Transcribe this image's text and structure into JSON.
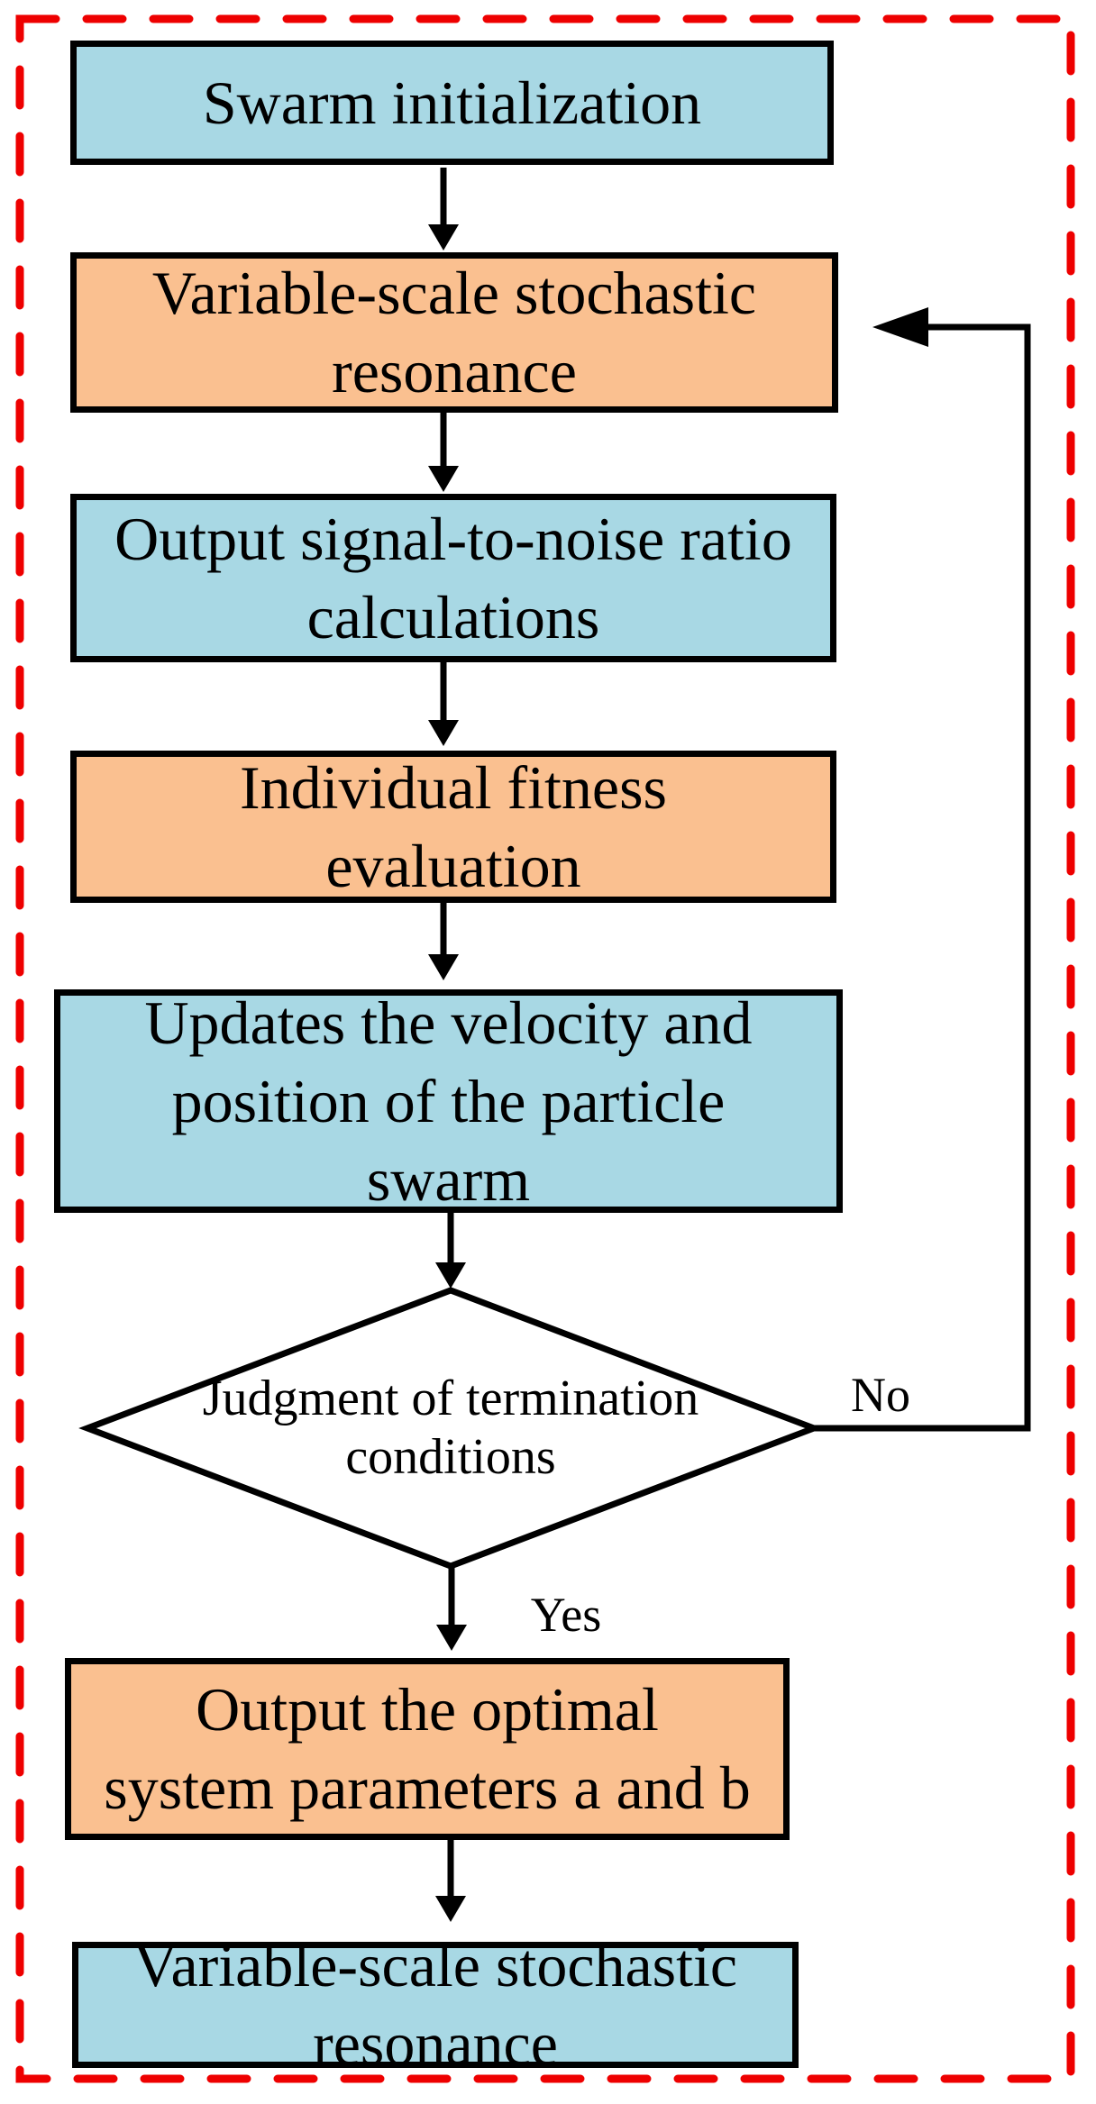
{
  "diagram": {
    "type": "flowchart",
    "description": "Particle-swarm optimization of variable-scale stochastic resonance flowchart inside a red dashed frame",
    "nodes": [
      {
        "id": "swarm-initialization",
        "shape": "process",
        "fill_color": "#A8D8E4",
        "label": "Swarm initialization",
        "lines": [
          "Swarm initialization"
        ]
      },
      {
        "id": "variable-scale-stochastic-resonance",
        "shape": "process",
        "fill_color": "#FAC090",
        "label": "Variable-scale stochastic resonance",
        "lines": [
          "Variable-scale stochastic",
          "resonance"
        ]
      },
      {
        "id": "output-snr-calculations",
        "shape": "process",
        "fill_color": "#A8D8E4",
        "label": "Output signal-to-noise ratio calculations",
        "lines": [
          "Output signal-to-noise ratio",
          "calculations"
        ]
      },
      {
        "id": "individual-fitness-evaluation",
        "shape": "process",
        "fill_color": "#FAC090",
        "label": "Individual fitness evaluation",
        "lines": [
          "Individual fitness",
          "evaluation"
        ]
      },
      {
        "id": "update-velocity-and-position",
        "shape": "process",
        "fill_color": "#A8D8E4",
        "label": "Updates the velocity and position of the particle swarm",
        "lines": [
          "Updates the velocity and",
          "position of the particle",
          "swarm"
        ]
      },
      {
        "id": "judgment-of-termination",
        "shape": "decision",
        "fill_color": "#FFFFFF",
        "label": "Judgment of termination conditions",
        "lines": [
          "Judgment of termination",
          "conditions"
        ]
      },
      {
        "id": "output-optimal-parameters",
        "shape": "process",
        "fill_color": "#FAC090",
        "label": "Output the optimal system parameters a and b",
        "lines": [
          "Output the optimal",
          "system parameters a and b"
        ]
      },
      {
        "id": "variable-scale-stochastic-resonance-final",
        "shape": "process",
        "fill_color": "#A8D8E4",
        "label": "Variable-scale stochastic resonance",
        "lines": [
          "Variable-scale stochastic",
          "resonance"
        ]
      }
    ],
    "edge_labels": {
      "no": "No",
      "yes": "Yes"
    },
    "colors": {
      "process_blue": "#A8D8E4",
      "process_orange": "#FAC090",
      "decision_fill": "#FFFFFF",
      "line_black": "#000000",
      "outer_dashed_border_red": "#EE0000",
      "background": "#FFFFFF"
    }
  }
}
